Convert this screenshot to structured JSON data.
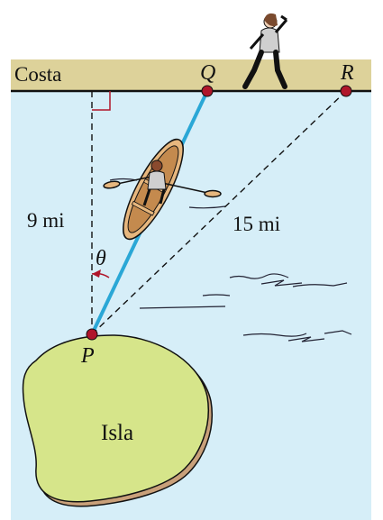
{
  "figure": {
    "shore_label": "Costa",
    "island_label": "Isla",
    "point_p": "P",
    "point_q": "Q",
    "point_r": "R",
    "distance_pq_perp": "9 mi",
    "distance_pr": "15 mi",
    "angle": "θ"
  },
  "colors": {
    "water": "#d6eef8",
    "shore": "#ddd29a",
    "island": "#d6e58a",
    "island_shadow": "#c9a07a",
    "rowing_path": "#2aa7d6",
    "point": "#b0162b",
    "right_angle": "#b0162b"
  }
}
